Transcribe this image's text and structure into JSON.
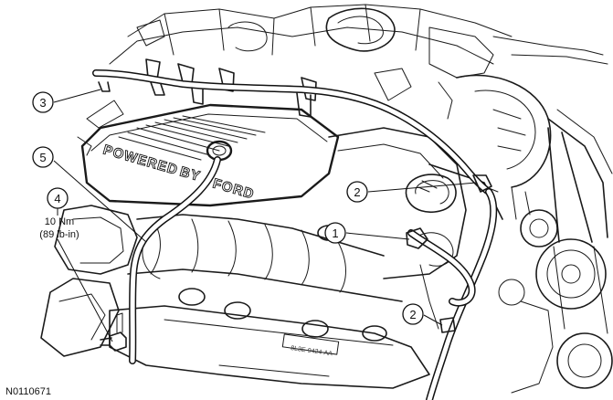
{
  "figure_id": "N0110671",
  "callouts": [
    {
      "number": "1"
    },
    {
      "number": "2"
    },
    {
      "number": "2"
    },
    {
      "number": "3"
    },
    {
      "number": "4"
    },
    {
      "number": "5"
    }
  ],
  "torque_spec": {
    "line1": "10 Nm",
    "line2": "(89 lb-in)"
  },
  "engine_markings": {
    "left": "POWERED",
    "middle": "BY",
    "right": "FORD",
    "lower_part_code": "8L3E-9424-AA"
  }
}
